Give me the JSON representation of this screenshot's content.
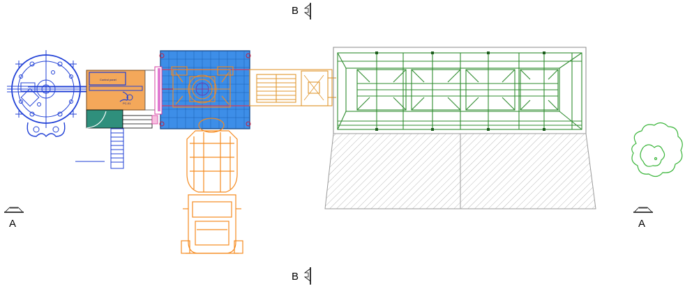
{
  "section_markers": {
    "a_left": "A",
    "a_right": "A",
    "b_top": "B",
    "b_bottom": "B"
  },
  "control_room": {
    "label": "Control panel",
    "tag": "PC-01"
  },
  "colors": {
    "silo": "#1f3fd6",
    "control_room_fill": "#f4a85a",
    "mixer_platform": "#3d8ee8",
    "truck": "#f58a1f",
    "aggregate_bins": "#2e8b2e",
    "pit_hatch": "#9a9a9a",
    "tree": "#3ab53a",
    "conveyor": "#e0962e"
  },
  "icons": [
    "section-arrow-icon",
    "tree-symbol-icon"
  ]
}
